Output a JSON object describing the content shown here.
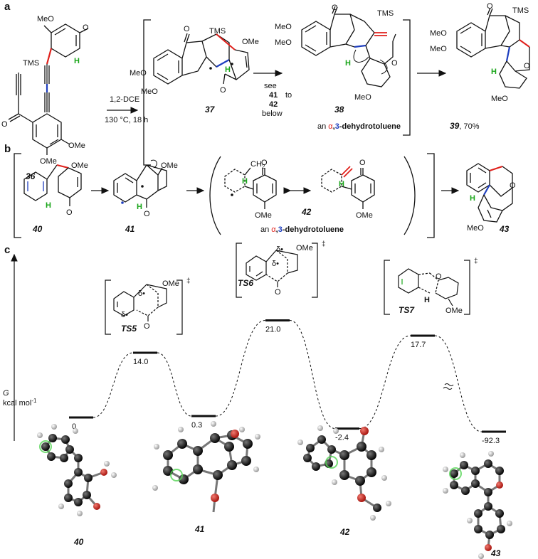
{
  "panels": {
    "a": "a",
    "b": "b",
    "c": "c"
  },
  "section_a": {
    "reagents": "1,2-DCE",
    "conditions": "130 °C, 18 h",
    "see_note": [
      "see",
      "41",
      "to",
      "42",
      "below"
    ],
    "compounds": {
      "c36": "36",
      "c37": "37",
      "c38": "38",
      "c39": "39"
    },
    "yield": ", 70%",
    "label_38_pre": "an ",
    "label_38_alpha": "α",
    "label_38_comma": ",",
    "label_38_three": "3",
    "label_38_post": "-dehydrotoluene",
    "atoms": {
      "tms": "TMS",
      "ome": "OMe",
      "meo": "MeO",
      "o": "O",
      "h": "H"
    }
  },
  "section_b": {
    "compounds": {
      "c40": "40",
      "c41": "41",
      "c42": "42",
      "c43": "43"
    },
    "label_pre": "an ",
    "label_alpha": "α",
    "label_comma": ",",
    "label_three": "3",
    "label_post": "-dehydrotoluene",
    "ch2": "CH",
    "ch2_sub": "2"
  },
  "section_c": {
    "axis_label_g": "G",
    "axis_units": "kcal mol",
    "axis_units_sup": "-1",
    "transition_states": [
      "TS5",
      "TS6",
      "TS7"
    ],
    "dagger": "‡",
    "delta": "δ•",
    "levels": [
      {
        "species": "40",
        "energy": 0.0,
        "label": "0"
      },
      {
        "species": "TS5",
        "energy": 14.0,
        "label": "14.0"
      },
      {
        "species": "41",
        "energy": 0.3,
        "label": "0.3"
      },
      {
        "species": "TS6",
        "energy": 21.0,
        "label": "21.0"
      },
      {
        "species": "42",
        "energy": -2.4,
        "label": "-2.4"
      },
      {
        "species": "TS7",
        "energy": 17.7,
        "label": "17.7"
      },
      {
        "species": "43",
        "energy": -92.3,
        "label": "-92.3"
      }
    ],
    "structure_labels": [
      "40",
      "41",
      "42",
      "43"
    ]
  },
  "colors": {
    "red": "#e0201b",
    "blue": "#1f3fbf",
    "green": "#1aa61a",
    "black": "#111111",
    "atom_o": "#c8322a"
  }
}
